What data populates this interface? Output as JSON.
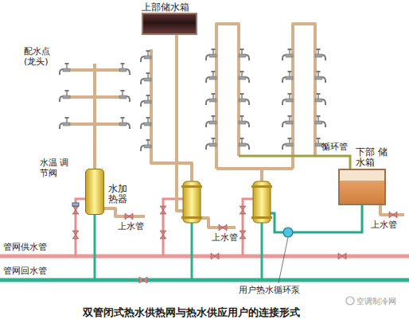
{
  "diagram": {
    "caption": "双管闭式热水供热网与热水供应用户的连接形式",
    "nodes": [
      {
        "text": [
          "上部储水箱"
        ]
      },
      {
        "text": [
          "水加热器"
        ]
      },
      {
        "text": [
          "下部 储水箱"
        ]
      }
    ],
    "labels": [
      "配水点 (龙头)",
      "水温 调节阀",
      "上水管",
      "上水管",
      "上水管",
      "循环管",
      "管网供水管",
      "管网回水管",
      "用户热水循环泵",
      "空调制冷网"
    ]
  }
}
